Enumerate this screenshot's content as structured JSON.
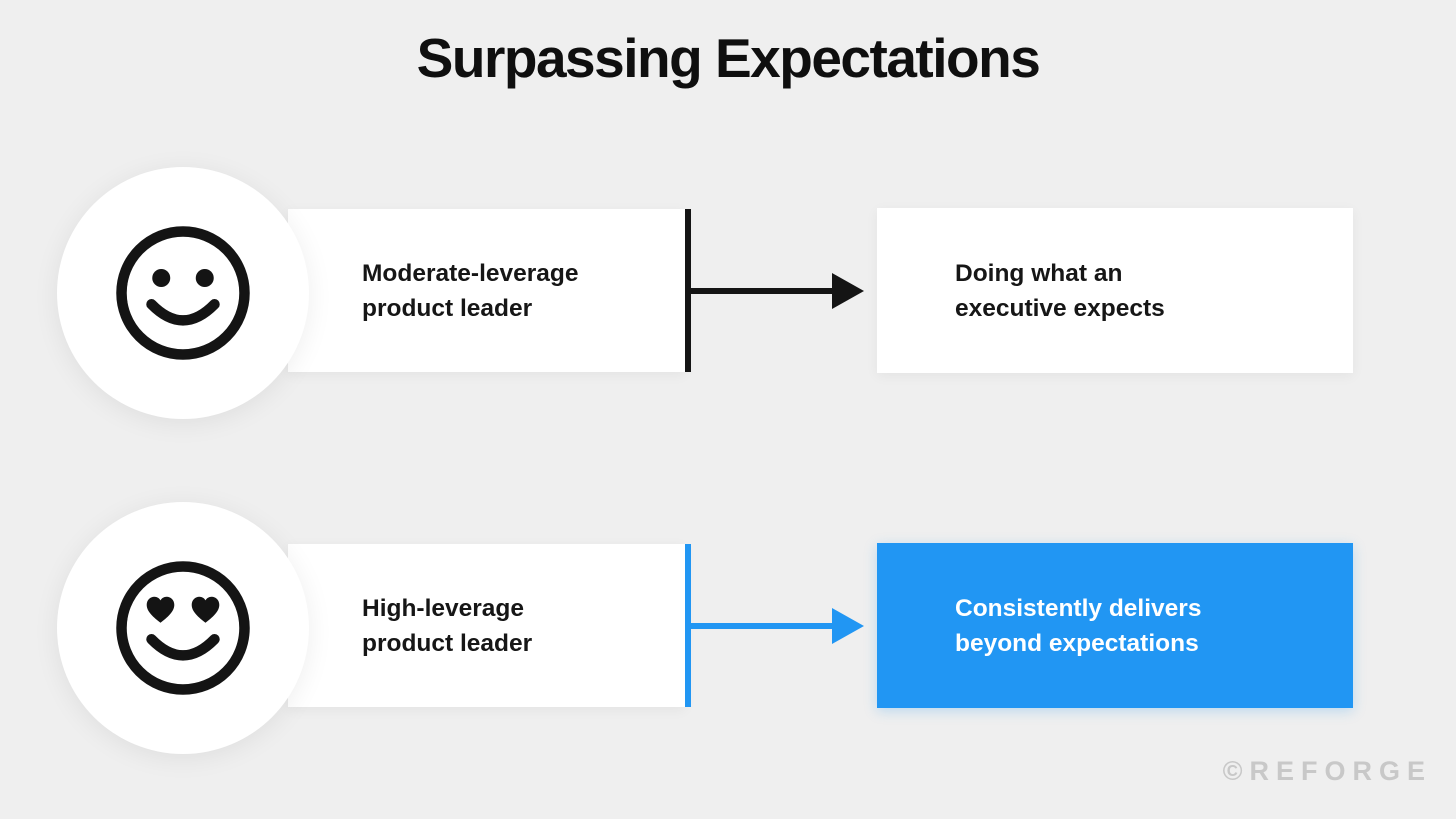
{
  "title": "Surpassing Expectations",
  "watermark": "©REFORGE",
  "colors": {
    "background": "#efefef",
    "card": "#ffffff",
    "accent_black": "#141414",
    "accent_blue": "#2196f3",
    "result_highlight_text": "#ffffff",
    "watermark_gray": "#c8c8c8"
  },
  "rows": [
    {
      "icon": "smiley-face-icon",
      "source": {
        "line1": "Moderate-leverage",
        "line2": "product leader"
      },
      "result": {
        "line1": "Doing what an",
        "line2": "executive expects"
      },
      "highlighted": false
    },
    {
      "icon": "heart-eyes-face-icon",
      "source": {
        "line1": "High-leverage",
        "line2": "product leader"
      },
      "result": {
        "line1": "Consistently delivers",
        "line2": "beyond expectations"
      },
      "highlighted": true
    }
  ]
}
